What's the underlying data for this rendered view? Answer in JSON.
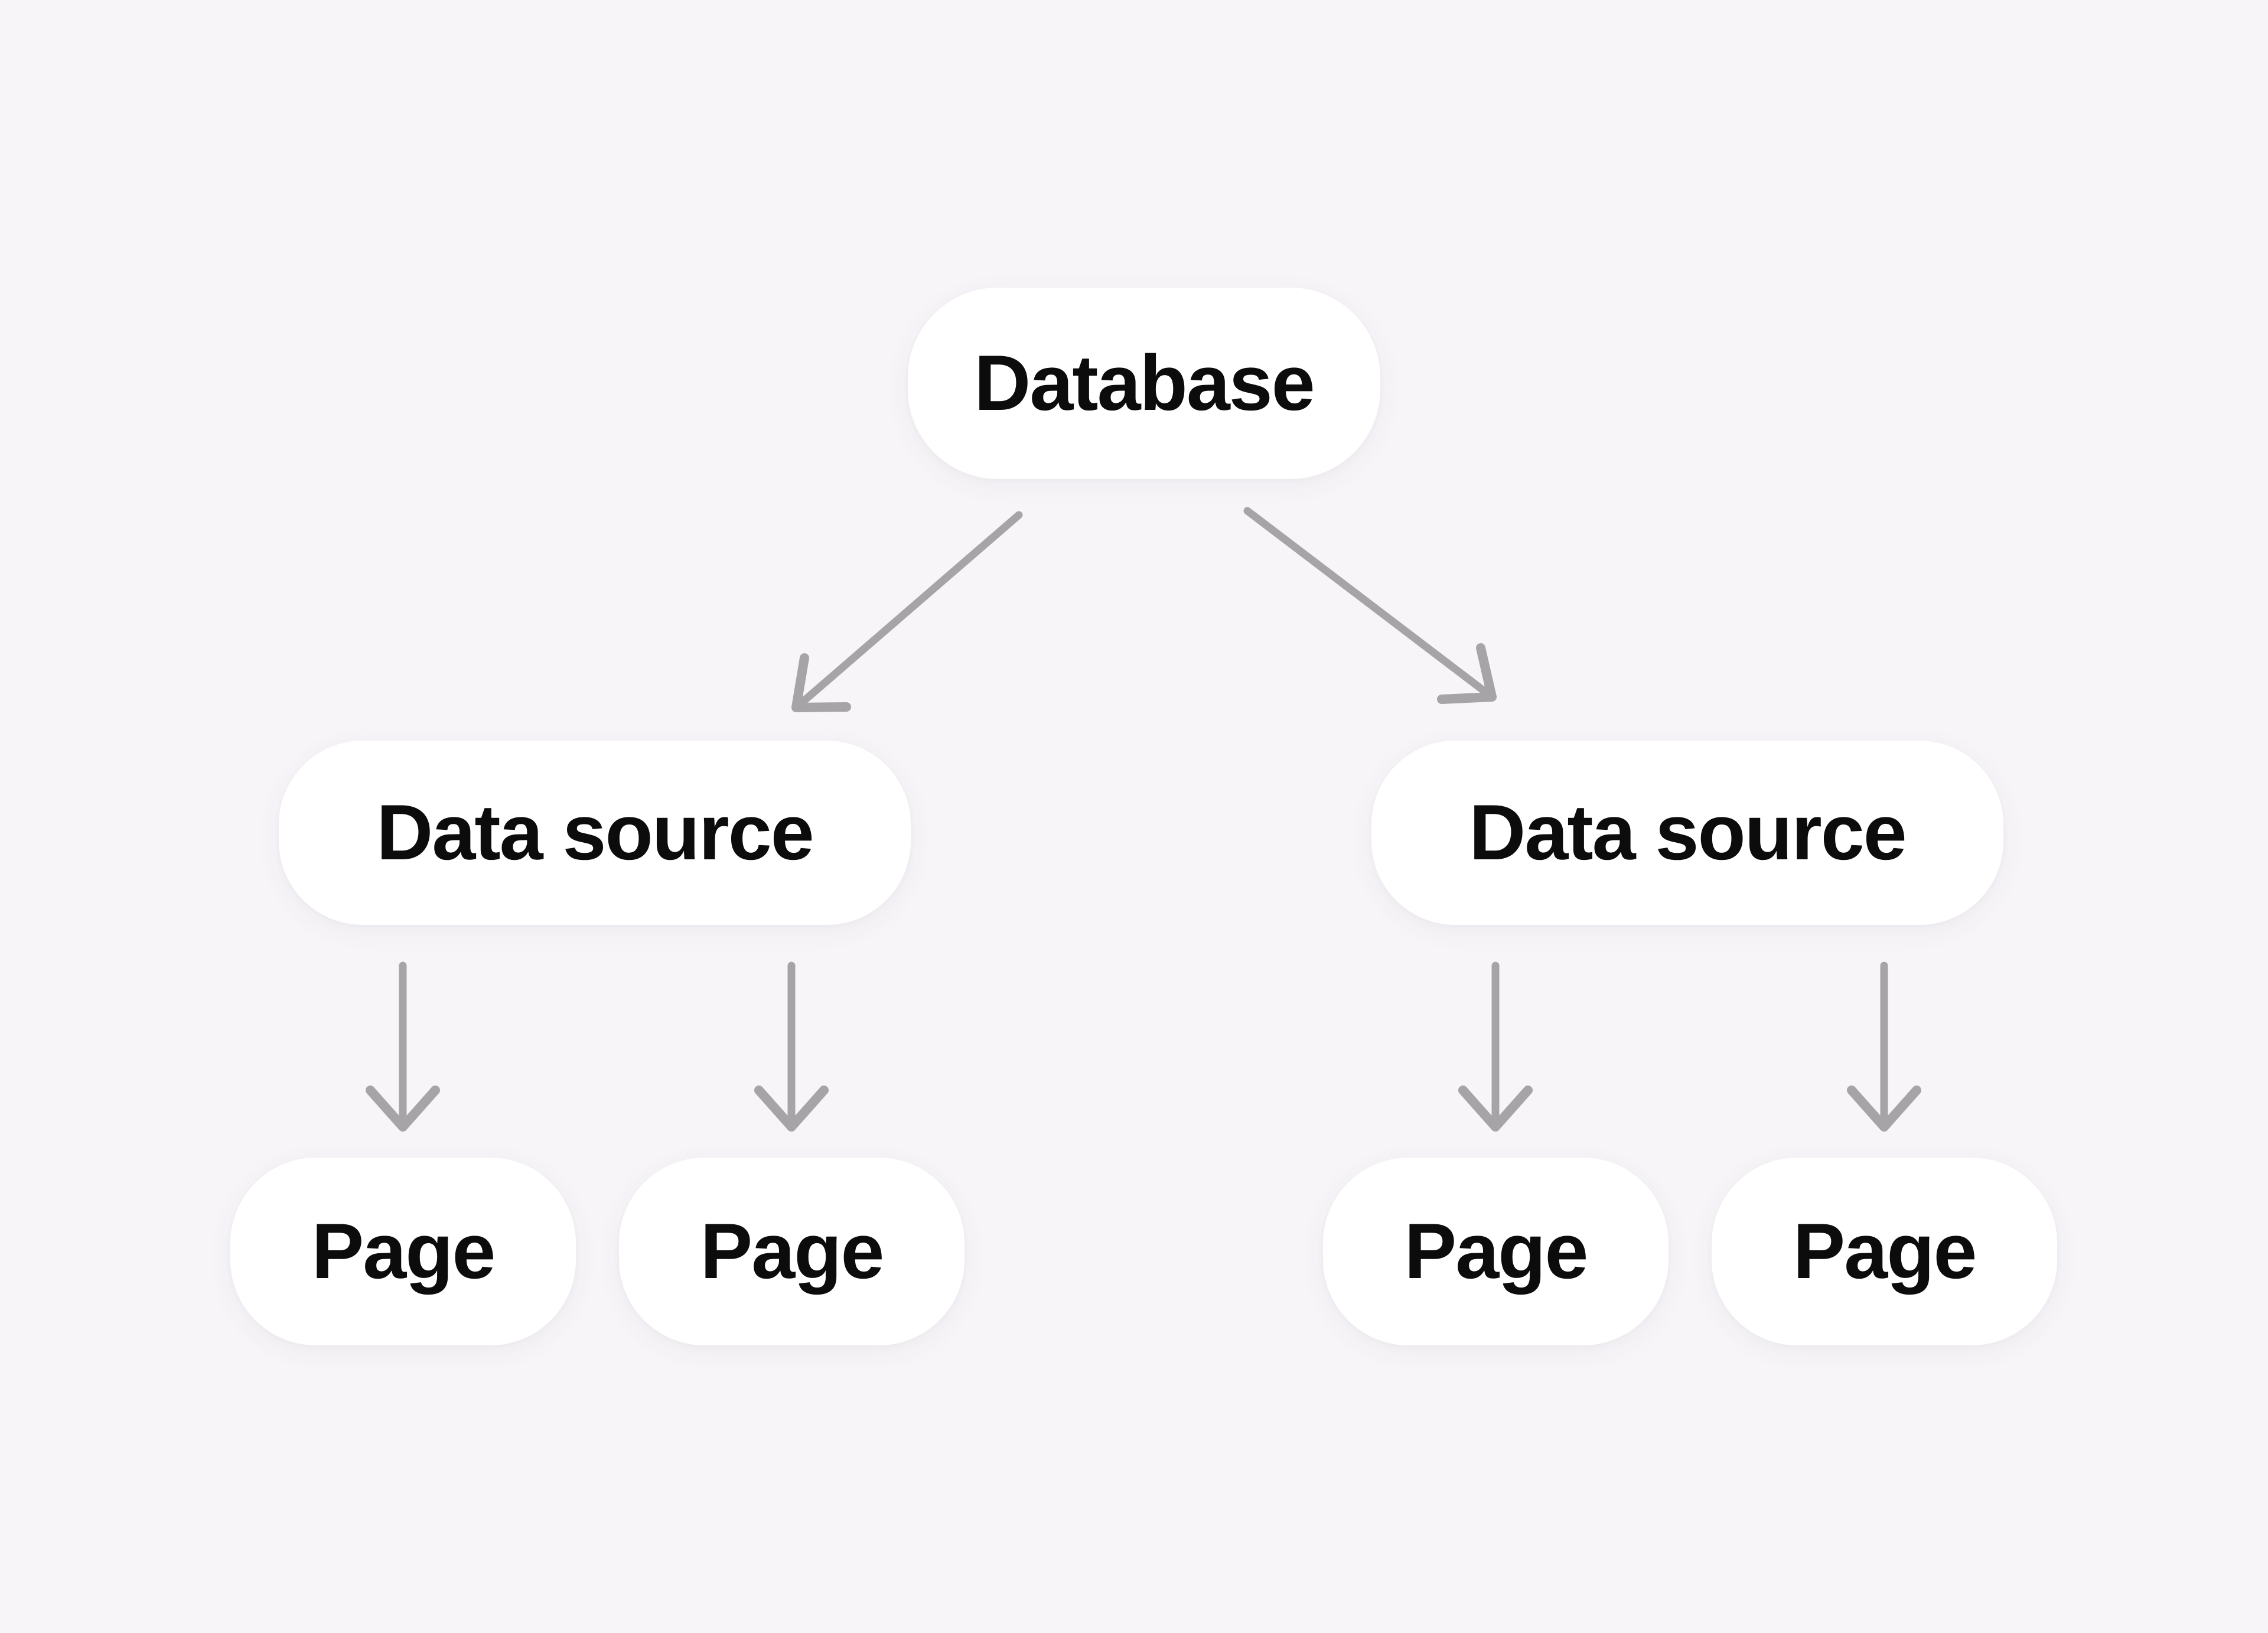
{
  "diagram": {
    "title": "Database to pages hierarchy diagram",
    "background_color": "#F7F5F8",
    "node_fill_color": "#FFFFFF",
    "node_text_color": "#0C0C0C",
    "arrow_color": "#A7A4A8",
    "nodes": {
      "database": {
        "label": "Database",
        "level": 1
      },
      "data_source_left": {
        "label": "Data source",
        "level": 2
      },
      "data_source_right": {
        "label": "Data source",
        "level": 2
      },
      "page_1": {
        "label": "Page",
        "level": 3
      },
      "page_2": {
        "label": "Page",
        "level": 3
      },
      "page_3": {
        "label": "Page",
        "level": 3
      },
      "page_4": {
        "label": "Page",
        "level": 3
      }
    },
    "edges": [
      {
        "from": "database",
        "to": "data_source_left"
      },
      {
        "from": "database",
        "to": "data_source_right"
      },
      {
        "from": "data_source_left",
        "to": "page_1"
      },
      {
        "from": "data_source_left",
        "to": "page_2"
      },
      {
        "from": "data_source_right",
        "to": "page_3"
      },
      {
        "from": "data_source_right",
        "to": "page_4"
      }
    ]
  }
}
